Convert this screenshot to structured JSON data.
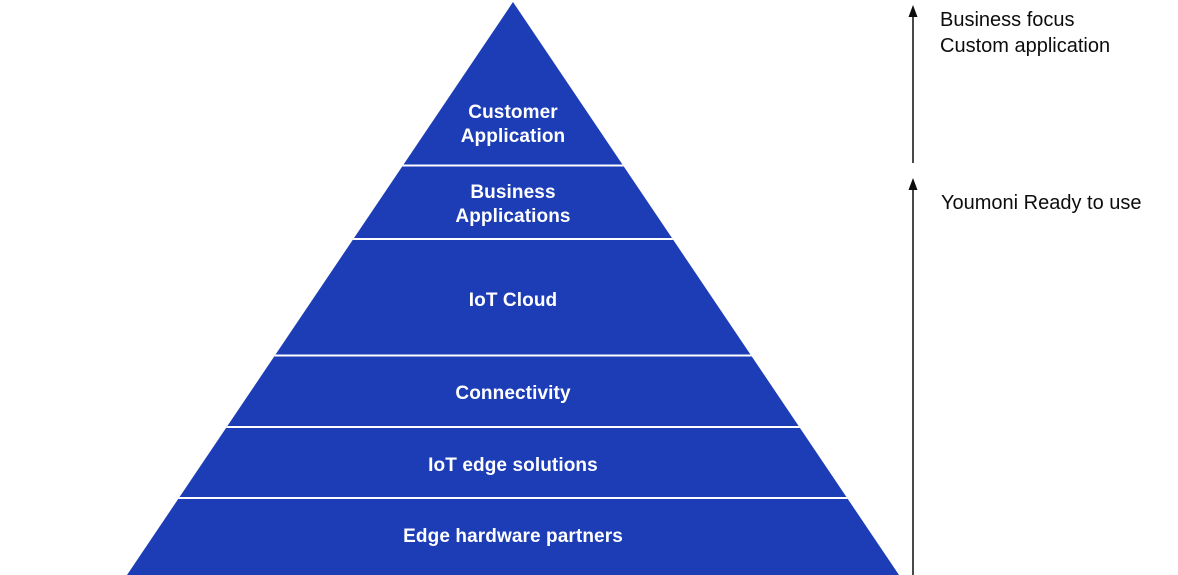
{
  "colors": {
    "pyramid-blue": "#1c3db6",
    "divider-white": "#ffffff",
    "layer-text": "#ffffff",
    "annotation-text": "#0d0d0d",
    "background": "#ffffff"
  },
  "pyramid": {
    "layers": [
      {
        "label": "Customer Application"
      },
      {
        "label": "Business Applications"
      },
      {
        "label": "IoT Cloud"
      },
      {
        "label": "Connectivity"
      },
      {
        "label": "IoT edge solutions"
      },
      {
        "label": "Edge hardware partners"
      }
    ]
  },
  "annotations": {
    "top": {
      "line1": "Business focus",
      "line2": "Custom application"
    },
    "bottom": {
      "label": "Youmoni Ready to use"
    }
  },
  "icons": {
    "top_arrow": "up-arrow",
    "bottom_arrow": "up-arrow"
  }
}
